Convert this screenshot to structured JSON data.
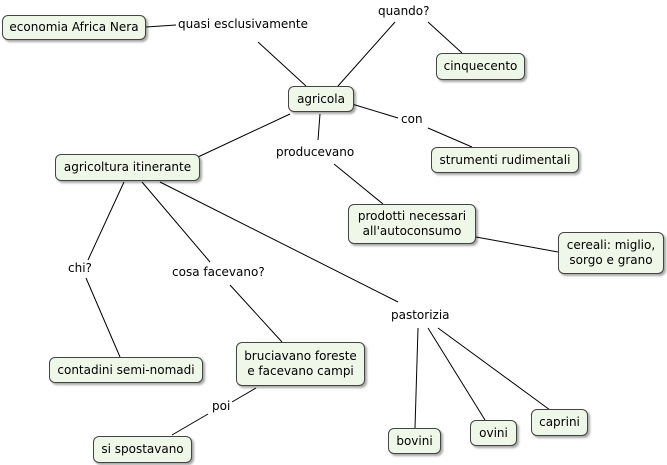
{
  "nodes": {
    "economia": "economia Africa Nera",
    "agricola": "agricola",
    "cinquecento": "cinquecento",
    "agricoltura_itinerante": "agricoltura itinerante",
    "strumenti": "strumenti rudimentali",
    "prodotti": "prodotti necessari\nall'autoconsumo",
    "cereali": "cereali: miglio,\nsorgo e grano",
    "contadini": "contadini semi-nomadi",
    "bruciavano": "bruciavano foreste\ne facevano campi",
    "spostavano": "si spostavano",
    "bovini": "bovini",
    "ovini": "ovini",
    "caprini": "caprini"
  },
  "labels": {
    "quasi": "quasi esclusivamente",
    "quando": "quando?",
    "con": "con",
    "producevano": "producevano",
    "chi": "chi?",
    "cosa": "cosa facevano?",
    "pastorizia": "pastorizia",
    "poi": "poi"
  },
  "colors": {
    "node_fill": "#eef7e8",
    "node_border": "#444444",
    "line": "#000000"
  }
}
